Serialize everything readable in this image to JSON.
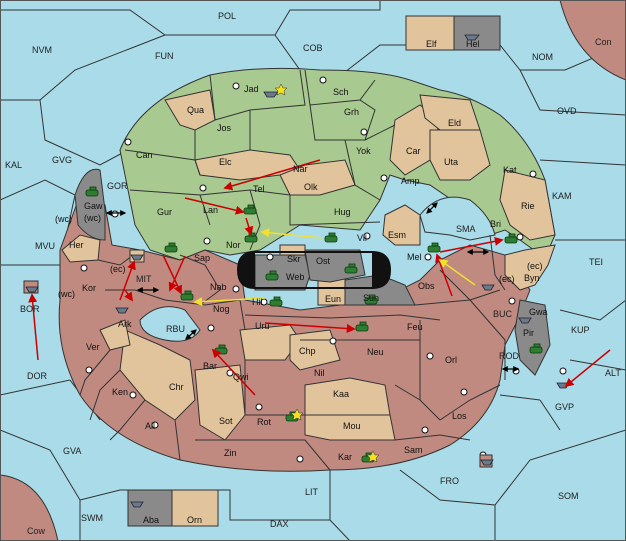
{
  "colors": {
    "sea": "#a9dbe8",
    "player_green": "#a8c98f",
    "player_red": "#c08a80",
    "neutral": "#e2c49c",
    "dark_zone": "#8a8a8a",
    "border": "#333333",
    "order_move": "#cc0000",
    "order_support": "#f0e030"
  },
  "sea_labels": [
    "POL",
    "NVM",
    "FUN",
    "COB",
    "NOM",
    "Con",
    "OVD",
    "KAL",
    "GVG",
    "GOR",
    "KAM",
    "MVU",
    "SMA",
    "TEI",
    "BOR",
    "MIT",
    "BUC",
    "KUP",
    "DOR",
    "RBU",
    "ROD",
    "ALT",
    "GVP",
    "GVA",
    "FRO",
    "SOM",
    "LIT",
    "SWM",
    "DAX",
    "Cow"
  ],
  "green_labels": [
    "Jad",
    "Sch",
    "Qua",
    "Jos",
    "Grh",
    "Can",
    "Elc",
    "Nar",
    "Yok",
    "Tel",
    "Olk",
    "Amp",
    "Gur",
    "Lan",
    "Hug",
    "Nor",
    "Vil",
    "Bri"
  ],
  "neutral_labels": [
    "Elf",
    "Eld",
    "Car",
    "Uta",
    "Kat",
    "Rie",
    "Esm",
    "Byn",
    "Her",
    "Skr",
    "Eun",
    "Orn",
    "Gaw"
  ],
  "red_labels": [
    "Sap",
    "Kor",
    "Nab",
    "Mel",
    "Obs",
    "Ark",
    "Nog",
    "Hil",
    "Uru",
    "Feu",
    "Ver",
    "Bar",
    "Chp",
    "Neu",
    "Qwi",
    "Nil",
    "Orl",
    "Ken",
    "Chr",
    "Kaa",
    "Ail",
    "Sot",
    "Rot",
    "Los",
    "Mou",
    "Zin",
    "Kar",
    "Sam",
    "Gwa"
  ],
  "dark_labels": [
    "Hel",
    "Web",
    "Ost",
    "Sun",
    "Pir",
    "Aba"
  ],
  "coast_labels": [
    "(wc)",
    "(wc)",
    "(ec)",
    "(wc)",
    "(ec)",
    "(ec)"
  ],
  "units": {
    "green_armies": 13,
    "red_armies": 10,
    "fleets": 9
  }
}
